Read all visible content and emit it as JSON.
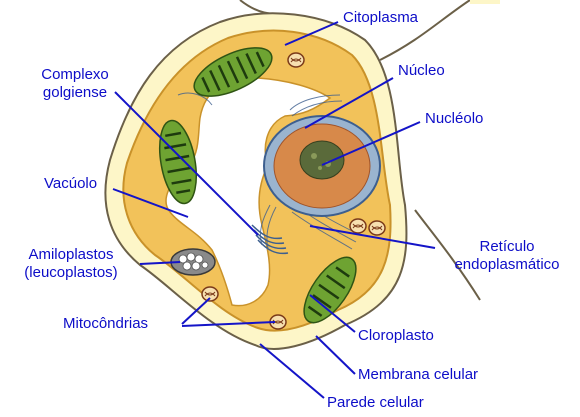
{
  "colors": {
    "label_text": "#0d0dc8",
    "leader_line": "#1414c8",
    "cell_wall_fill": "#fdf6c8",
    "cell_wall_edge": "#6b6048",
    "cytoplasm": "#f2c25a",
    "vacuole": "#ffffff",
    "nucleus_envelope": "#9ab4cf",
    "nucleolus": "#c06a3a",
    "chromatin": "#5a6a3a",
    "chloroplast": "#6ea332",
    "thylakoid": "#1e3b0e",
    "er": "#3d5f8f"
  },
  "icons": [
    "chloroplast-icon",
    "mitochondrion-icon",
    "amyloplast-icon",
    "nucleolus-icon",
    "golgi-icon"
  ],
  "labels": {
    "citoplasma": "Citoplasma",
    "nucleo": "Núcleo",
    "nucleolo": "Nucléolo",
    "complexo_line1": "Complexo",
    "complexo_line2": "golgiense",
    "vacuolo": "Vacúolo",
    "amiloplastos_line1": "Amiloplastos",
    "amiloplastos_line2": "(leucoplastos)",
    "mitocondrias": "Mitocôndrias",
    "reticulo_line1": "Retículo",
    "reticulo_line2": "endoplasmático",
    "cloroplasto": "Cloroplasto",
    "membrana": "Membrana celular",
    "parede": "Parede celular"
  }
}
